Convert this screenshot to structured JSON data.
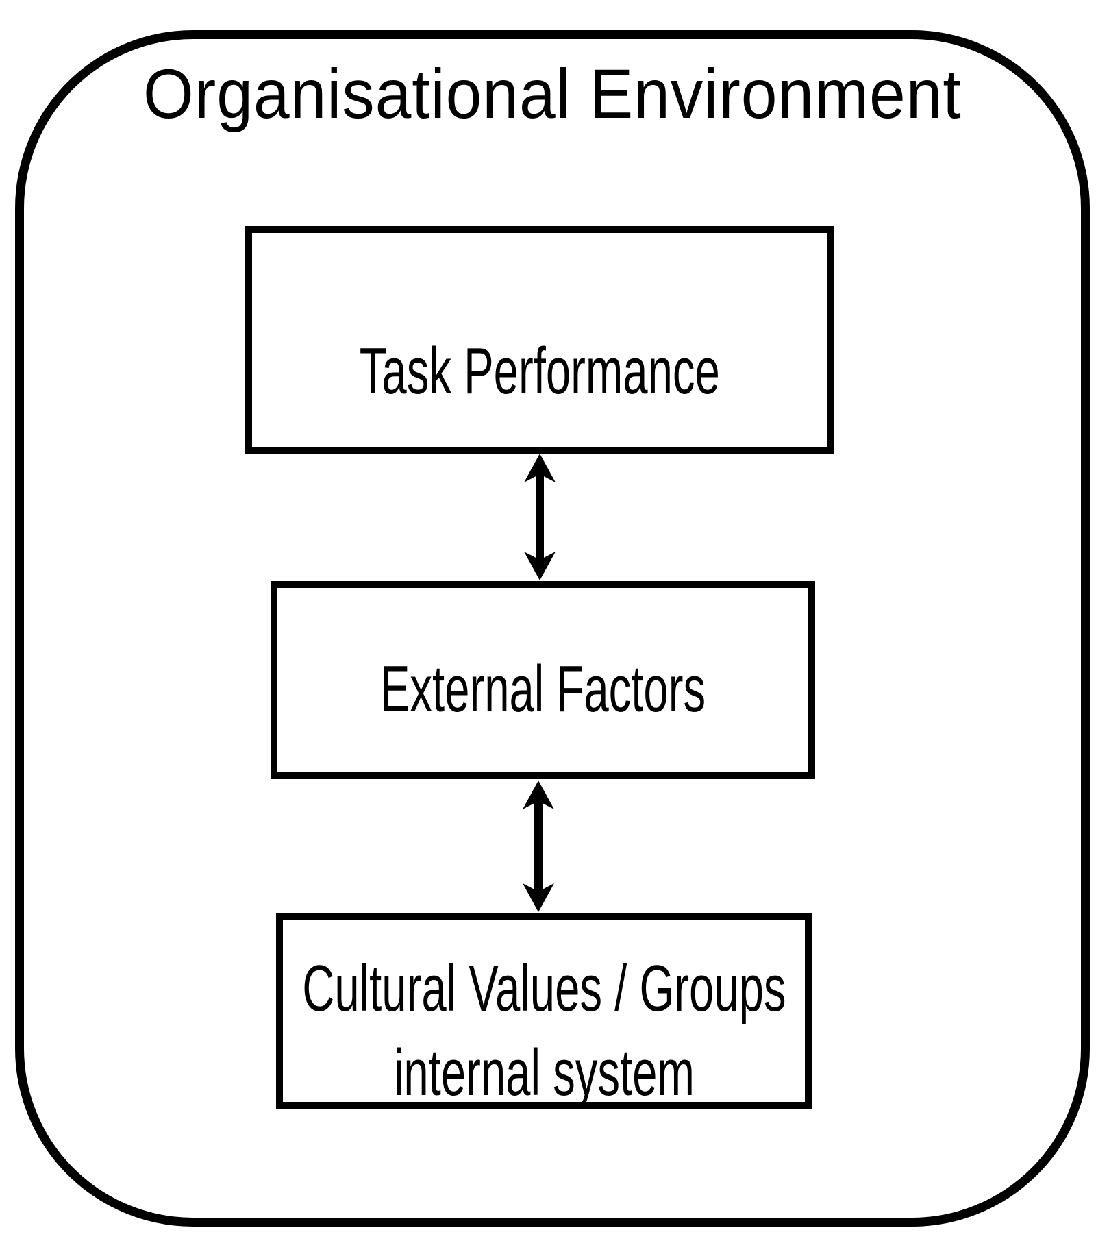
{
  "page": {
    "background_color": "#ffffff",
    "ink_color": "#000000"
  },
  "diagram": {
    "title": "Organisational Environment",
    "nodes": [
      {
        "id": "task-performance",
        "lines": [
          "Task Performance"
        ]
      },
      {
        "id": "external-factors",
        "lines": [
          "External Factors"
        ]
      },
      {
        "id": "cultural-values-groups-internal-system",
        "lines": [
          "Cultural Values / Groups",
          "internal system"
        ]
      }
    ],
    "connectors": [
      {
        "id": "task-external",
        "from": "task-performance",
        "to": "external-factors",
        "style": "double-headed-arrow"
      },
      {
        "id": "external-cultural",
        "from": "external-factors",
        "to": "cultural-values-groups-internal-system",
        "style": "double-headed-arrow"
      }
    ]
  }
}
